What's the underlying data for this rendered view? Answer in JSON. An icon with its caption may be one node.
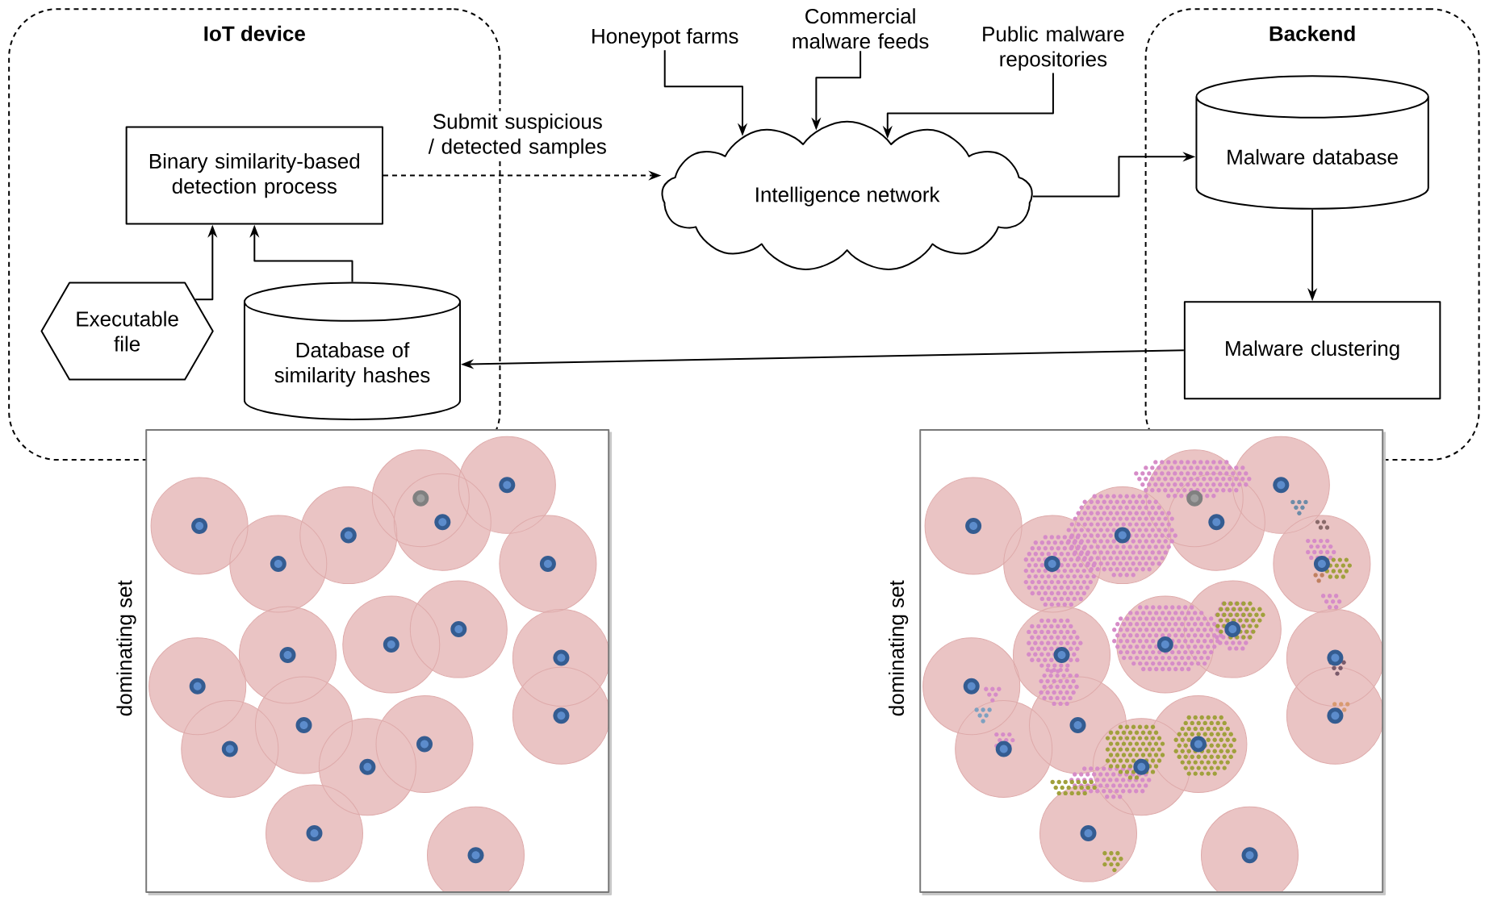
{
  "diagram": {
    "nodes": [
      {
        "text": [
          "IoT device"
        ]
      },
      {
        "text": [
          "Binary similarity-based detection process"
        ],
        "in": 0
      },
      {
        "text": [
          "Executable file"
        ],
        "in": 0
      },
      {
        "text": [
          "Database of similarity hashes"
        ],
        "in": 0
      },
      {
        "text": [
          "Honeypot farms"
        ]
      },
      {
        "text": [
          "Commercial malware feeds"
        ]
      },
      {
        "text": [
          "Public malware repositories"
        ]
      },
      {
        "text": [
          "Intelligence network"
        ]
      },
      {
        "text": [
          "Backend"
        ]
      },
      {
        "text": [
          "Malware database"
        ],
        "in": 8
      },
      {
        "text": [
          "Malware clustering"
        ],
        "in": 8
      }
    ],
    "edges": [
      {
        "from": 2,
        "to": 1,
        "arrow": "to"
      },
      {
        "from": 3,
        "to": 1,
        "arrow": "to"
      },
      {
        "from": 1,
        "to": 7,
        "arrow": "to",
        "label": "Submit suspicious / detected samples",
        "style": "dashed"
      },
      {
        "from": 4,
        "to": 7,
        "arrow": "to"
      },
      {
        "from": 5,
        "to": 7,
        "arrow": "to"
      },
      {
        "from": 6,
        "to": 7,
        "arrow": "to"
      },
      {
        "from": 7,
        "to": 9,
        "arrow": "to"
      },
      {
        "from": 9,
        "to": 10,
        "arrow": "to"
      },
      {
        "from": 10,
        "to": 3,
        "arrow": "to"
      }
    ],
    "labels": [
      "dominating set",
      "dominating set"
    ]
  }
}
